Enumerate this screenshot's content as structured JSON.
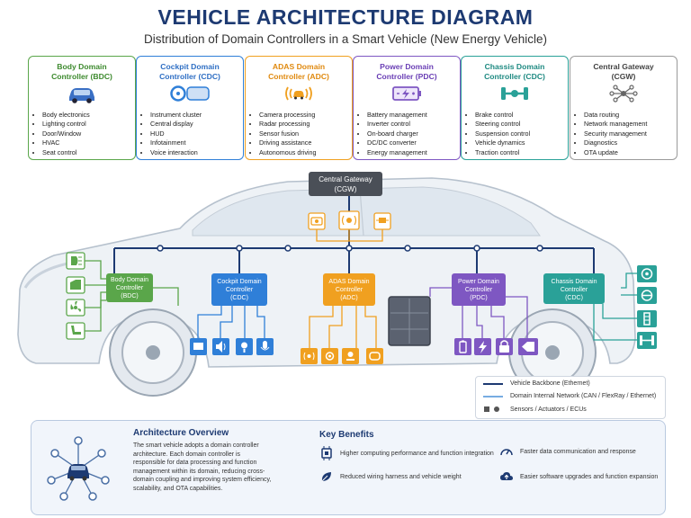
{
  "title": "VEHICLE ARCHITECTURE DIAGRAM",
  "subtitle": "Distribution of Domain Controllers in a Smart Vehicle (New Energy Vehicle)",
  "cards": [
    {
      "title_line1": "Body Domain",
      "title_line2": "Controller (BDC)",
      "color": "#5aa64a",
      "icon": "car-icon",
      "items": [
        "Body electronics",
        "Lighting control",
        "Door/Window",
        "HVAC",
        "Seat control"
      ]
    },
    {
      "title_line1": "Cockpit Domain",
      "title_line2": "Controller (CDC)",
      "color": "#2f7fd8",
      "icon": "steering-wheel-and-display-icon",
      "items": [
        "Instrument cluster",
        "Central display",
        "HUD",
        "Infotainment",
        "Voice interaction"
      ]
    },
    {
      "title_line1": "ADAS Domain",
      "title_line2": "Controller (ADC)",
      "color": "#f0a020",
      "icon": "radar-car-icon",
      "items": [
        "Camera processing",
        "Radar processing",
        "Sensor fusion",
        "Driving assistance",
        "Autonomous driving"
      ]
    },
    {
      "title_line1": "Power Domain",
      "title_line2": "Controller (PDC)",
      "color": "#7e57c2",
      "icon": "battery-bolt-icon",
      "items": [
        "Battery management",
        "Inverter control",
        "On-board charger",
        "DC/DC converter",
        "Energy management"
      ]
    },
    {
      "title_line1": "Chassis Domain",
      "title_line2": "Controller (CDC)",
      "color": "#2aa198",
      "icon": "axle-icon",
      "items": [
        "Brake control",
        "Steering control",
        "Suspension control",
        "Vehicle dynamics",
        "Traction control"
      ]
    },
    {
      "title_line1": "Central Gateway",
      "title_line2": "(CGW)",
      "color": "#888888",
      "icon": "network-hub-icon",
      "items": [
        "Data routing",
        "Network management",
        "Security management",
        "Diagnostics",
        "OTA update"
      ]
    }
  ],
  "gateway": {
    "line1": "Central Gateway",
    "line2": "(CGW)"
  },
  "controllers": {
    "bdc": {
      "line1": "Body Domain",
      "line2": "Controller",
      "line3": "(BDC)"
    },
    "cdc": {
      "line1": "Cockpit Domain",
      "line2": "Controller",
      "line3": "(CDC)"
    },
    "adc": {
      "line1": "ADAS Domain",
      "line2": "Controller",
      "line3": "(ADC)"
    },
    "pdc": {
      "line1": "Power Domain",
      "line2": "Controller",
      "line3": "(PDC)"
    },
    "chc": {
      "line1": "Chassis Domain",
      "line2": "Controller",
      "line3": "(CDC)"
    }
  },
  "legend": {
    "backbone": "Vehicle Backbone (Ethernet)",
    "internal": "Domain Internal Network (CAN / FlexRay / Ethernet)",
    "sensors": "Sensors / Actuators / ECUs"
  },
  "colors": {
    "backbone": "#1d3a72",
    "internal": "#4a90d9",
    "title": "#1d3a72"
  },
  "overview": {
    "title": "Architecture Overview",
    "lines": [
      "The smart vehicle adopts a domain controller",
      "architecture. Each domain controller is",
      "responsible for data processing and function",
      "management within its domain, reducing cross-",
      "domain coupling and improving system efficiency,",
      "scalability, and OTA capabilities."
    ]
  },
  "benefits": {
    "title": "Key Benefits",
    "items": [
      {
        "text": "Higher computing performance and function integration",
        "icon": "chip-icon"
      },
      {
        "text": "Faster data communication and response",
        "icon": "speedometer-icon"
      },
      {
        "text": "Reduced wiring harness and vehicle weight",
        "icon": "leaf-icon"
      },
      {
        "text": "Easier software upgrades and function expansion",
        "icon": "cloud-upload-icon"
      }
    ]
  }
}
